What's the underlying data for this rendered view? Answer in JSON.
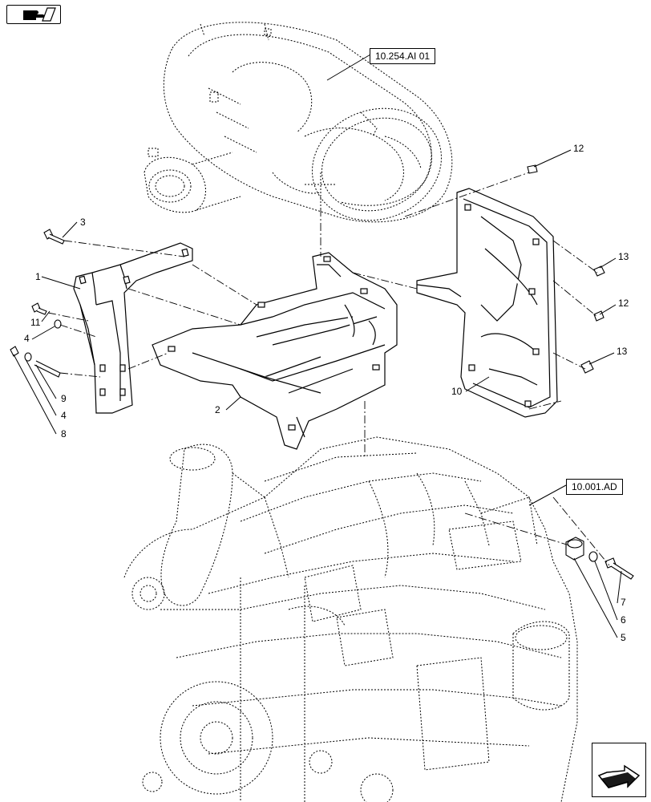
{
  "references": [
    {
      "id": "ref-exhaust",
      "label": "10.254.AI 01"
    },
    {
      "id": "ref-engine",
      "label": "10.001.AD"
    }
  ],
  "callouts": {
    "c1": "1",
    "c2": "2",
    "c3": "3",
    "c4a": "4",
    "c4b": "4",
    "c5": "5",
    "c6": "6",
    "c7": "7",
    "c8": "8",
    "c9": "9",
    "c10": "10",
    "c11": "11",
    "c12a": "12",
    "c12b": "12",
    "c13a": "13",
    "c13b": "13"
  },
  "icons": {
    "top_left": "pointing-hand-icon",
    "bottom_right": "next-page-arrow-icon"
  }
}
